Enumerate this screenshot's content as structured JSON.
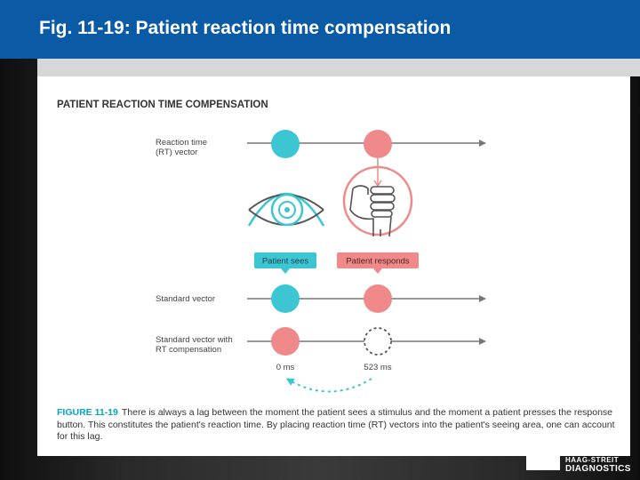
{
  "slide": {
    "title": "Fig. 11-19: Patient reaction time compensation"
  },
  "figure": {
    "heading": "PATIENT REACTION TIME COMPENSATION",
    "row_labels": {
      "rt_vector_line1": "Reaction time",
      "rt_vector_line2": "(RT) vector",
      "standard_vector": "Standard vector",
      "compensated_line1": "Standard vector with",
      "compensated_line2": "RT compensation"
    },
    "tags": {
      "sees": "Patient sees",
      "responds": "Patient responds"
    },
    "times": {
      "start": "0 ms",
      "end": "523 ms"
    },
    "caption": {
      "label": "FIGURE 11-19",
      "text": "There is always a lag between the moment the patient sees a stimulus and the moment a patient presses the response button. This constitutes the patient's reaction time. By placing reaction time (RT) vectors into the patient's seeing area, one can account for this lag."
    },
    "colors": {
      "teal": "#3cc6d3",
      "coral": "#f08a8a",
      "heading": "#333333",
      "caption_label": "#00a7c6",
      "line": "#777777"
    },
    "icons": [
      "eye-icon",
      "hand-press-icon"
    ]
  },
  "logo": {
    "line1": "HAAG-STREIT",
    "line2": "DIAGNOSTICS"
  }
}
